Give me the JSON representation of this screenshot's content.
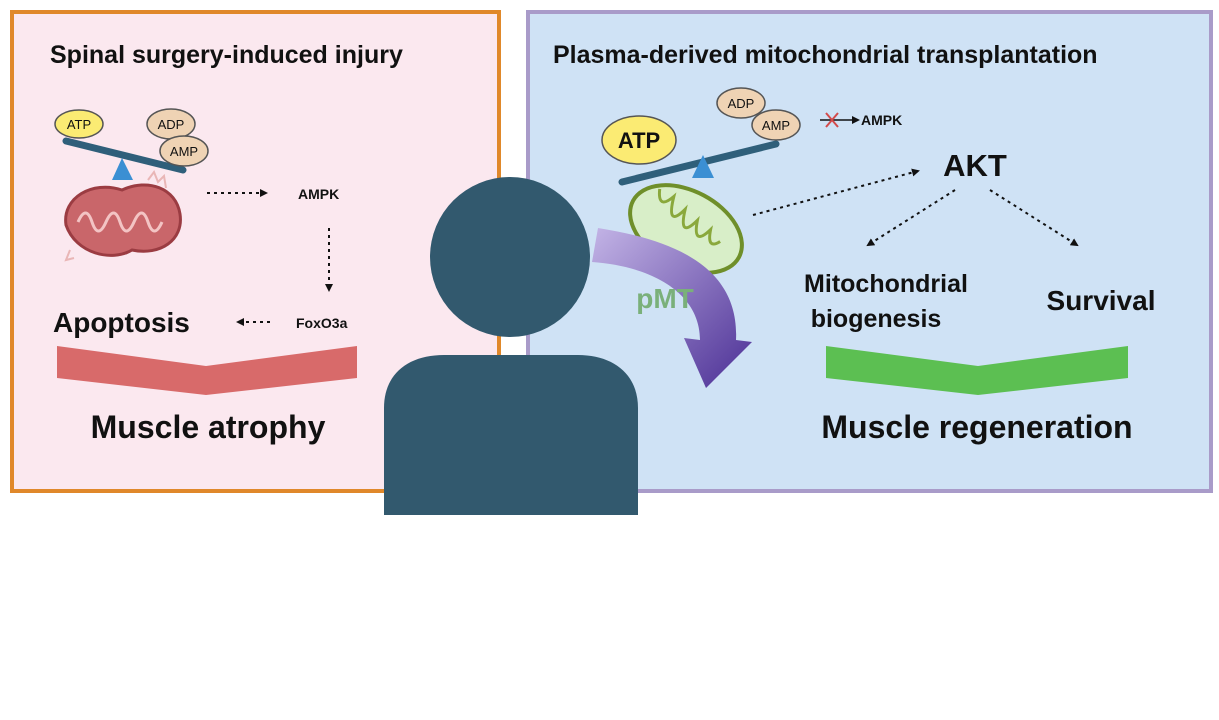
{
  "left_panel": {
    "title": "Spinal surgery-induced injury",
    "atp": "ATP",
    "adp": "ADP",
    "amp": "AMP",
    "ampk": "AMPK",
    "foxo3a": "FoxO3a",
    "apoptosis": "Apoptosis",
    "outcome": "Muscle atrophy"
  },
  "right_panel": {
    "title": "Plasma-derived mitochondrial transplantation",
    "atp": "ATP",
    "adp": "ADP",
    "amp": "AMP",
    "ampk": "AMPK",
    "akt": "AKT",
    "pmt": "pMT",
    "biogenesis_line1": "Mitochondrial",
    "biogenesis_line2": "biogenesis",
    "survival": "Survival",
    "outcome": "Muscle regeneration"
  },
  "colors": {
    "left_border": "#e0882a",
    "left_bg": "#fbe8ef",
    "right_border": "#a99bc9",
    "right_bg": "#cfe2f5",
    "person": "#32596e",
    "atrophy_bar": "#d86a6a",
    "regeneration_bar": "#5cbf52",
    "pmt_text": "#7ab07a",
    "atp_fill": "#fbeb73"
  }
}
